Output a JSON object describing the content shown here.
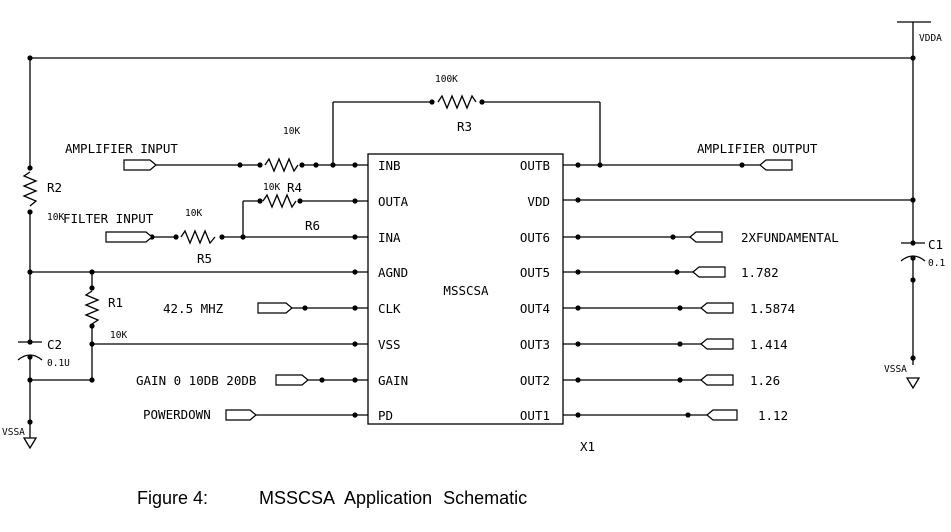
{
  "schematic": {
    "chip": {
      "name": "MSSCSA",
      "ref": "X1"
    },
    "pins": {
      "inb": "INB",
      "outa": "OUTA",
      "ina": "INA",
      "agnd": "AGND",
      "clk": "CLK",
      "vss": "VSS",
      "gain": "GAIN",
      "pd": "PD",
      "outb": "OUTB",
      "vdd": "VDD",
      "out6": "OUT6",
      "out5": "OUT5",
      "out4": "OUT4",
      "out3": "OUT3",
      "out2": "OUT2",
      "out1": "OUT1"
    },
    "ports": {
      "amp_in": "AMPLIFIER INPUT",
      "amp_out": "AMPLIFIER OUTPUT",
      "filter_in": "FILTER INPUT",
      "clk": "42.5 MHZ",
      "gain": "GAIN 0 10DB 20DB",
      "pd": "POWERDOWN",
      "out6": "2XFUNDAMENTAL",
      "out5": "1.782",
      "out4": "1.5874",
      "out3": "1.414",
      "out2": "1.26",
      "out1": "1.12"
    },
    "parts": {
      "r3": {
        "ref": "R3",
        "value": "100K"
      },
      "r4": {
        "ref": "R4",
        "value": "10K"
      },
      "r5": {
        "ref": "R5",
        "value": "10K"
      },
      "r6": {
        "ref": "R6",
        "value": "10K"
      },
      "r2": {
        "ref": "R2",
        "value": "10K"
      },
      "r1": {
        "ref": "R1",
        "value": "10K"
      },
      "c1": {
        "ref": "C1",
        "value": "0.1"
      },
      "c2": {
        "ref": "C2",
        "value": "0.1U"
      }
    },
    "rails": {
      "vdda": "VDDA",
      "vssa_left": "VSSA",
      "vssa_right": "VSSA"
    }
  },
  "caption": {
    "label": "Figure 4:",
    "title": "MSSCSA Application Schematic"
  }
}
